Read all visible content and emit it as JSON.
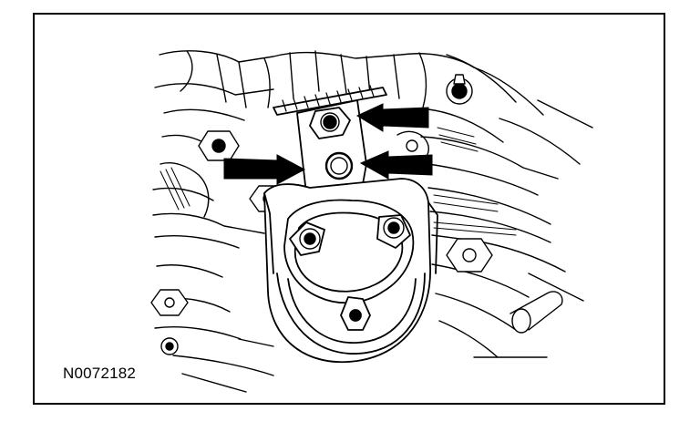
{
  "figure": {
    "id_label": "N0072182",
    "line_color": "#000000",
    "background_color": "#ffffff",
    "callouts": [
      {
        "name": "upper-right-arrow",
        "points_to": "bolt"
      },
      {
        "name": "lower-right-arrow",
        "points_to": "stud"
      },
      {
        "name": "left-arrow",
        "points_to": "bracket"
      }
    ]
  }
}
